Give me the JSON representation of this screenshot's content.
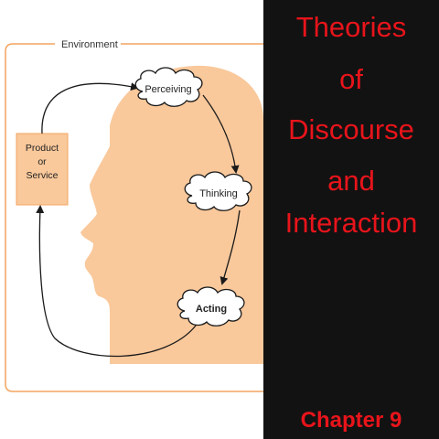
{
  "diagram": {
    "environment_label": "Environment",
    "product_box": {
      "line1": "Product",
      "line2": "or",
      "line3": "Service"
    },
    "clouds": {
      "perceiving": "Perceiving",
      "thinking": "Thinking",
      "acting": "Acting"
    },
    "colors": {
      "head": "#f9c89b",
      "box": "#f9c89b",
      "frame": "#f4a460",
      "cloud_stroke": "#1a1a1a"
    }
  },
  "title": {
    "lines": [
      "Theories",
      "of",
      "Discourse",
      "and",
      "Interaction"
    ],
    "chapter": "Chapter 9",
    "color": "#e8141b",
    "background": "#121212"
  }
}
